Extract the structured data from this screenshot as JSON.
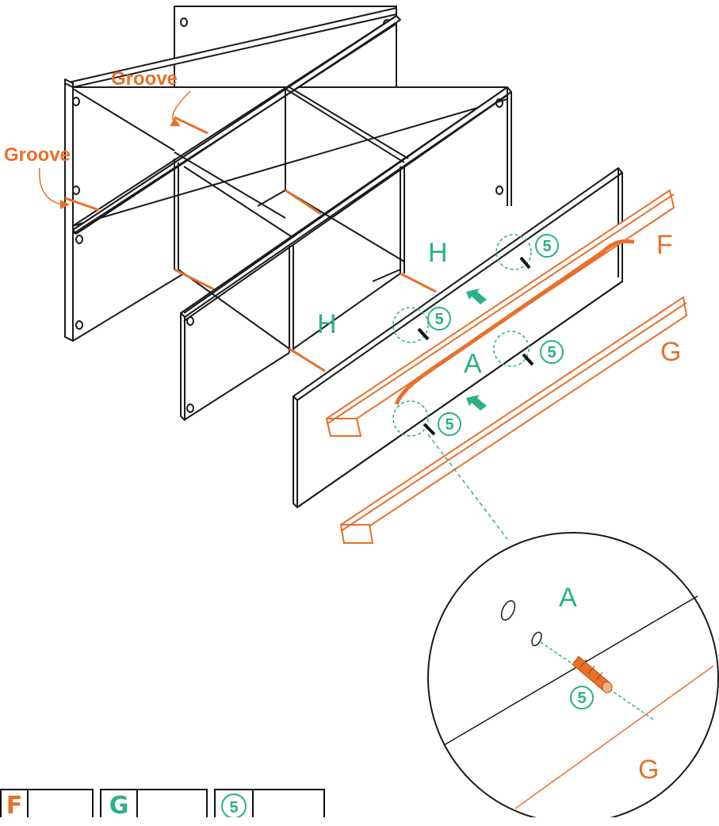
{
  "colors": {
    "line": "#1a1a1a",
    "accent": "#e8702a",
    "green": "#2bb089"
  },
  "labels": {
    "groove_top": "Groove",
    "groove_left": "Groove",
    "part_f": "F",
    "part_g": "G",
    "part_g_detail": "G",
    "part_h_1": "H",
    "part_h_2": "H",
    "part_a": "A",
    "part_a_detail": "A",
    "dowel": "5"
  },
  "parts_list": [
    {
      "letter": "F",
      "color": "#e8702a",
      "qty": ""
    },
    {
      "letter": "G",
      "color": "#2bb089",
      "qty": ""
    },
    {
      "letter": "5",
      "color": "#2bb089",
      "qty": ""
    }
  ]
}
